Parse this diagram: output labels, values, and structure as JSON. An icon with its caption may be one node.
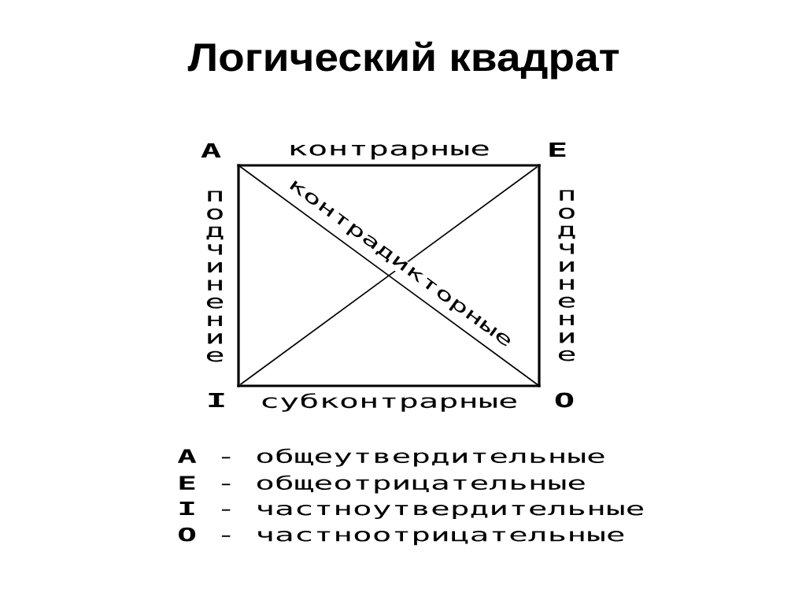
{
  "diagram": {
    "title": "Логический квадрат",
    "nodes": [
      {
        "text": [
          "A"
        ]
      },
      {
        "text": [
          "E"
        ]
      },
      {
        "text": [
          "I"
        ]
      },
      {
        "text": [
          "O"
        ]
      }
    ],
    "edges": [
      {
        "from": 0,
        "to": 1,
        "arrow": "none",
        "label": "контрарные"
      },
      {
        "from": 0,
        "to": 2,
        "arrow": "none",
        "label": "подчинение"
      },
      {
        "from": 1,
        "to": 3,
        "arrow": "none",
        "label": "подчинение"
      },
      {
        "from": 0,
        "to": 3,
        "arrow": "none",
        "label": "контрадикторные"
      },
      {
        "from": 1,
        "to": 2,
        "arrow": "none"
      },
      {
        "from": 2,
        "to": 3,
        "arrow": "none",
        "label": "субконтрарные"
      }
    ],
    "labels": [
      "**A** - общеутвердительные",
      "**E** - общеотрицательные",
      "**I** - частноутвердительные",
      "**O** - частноотрицательные"
    ]
  }
}
